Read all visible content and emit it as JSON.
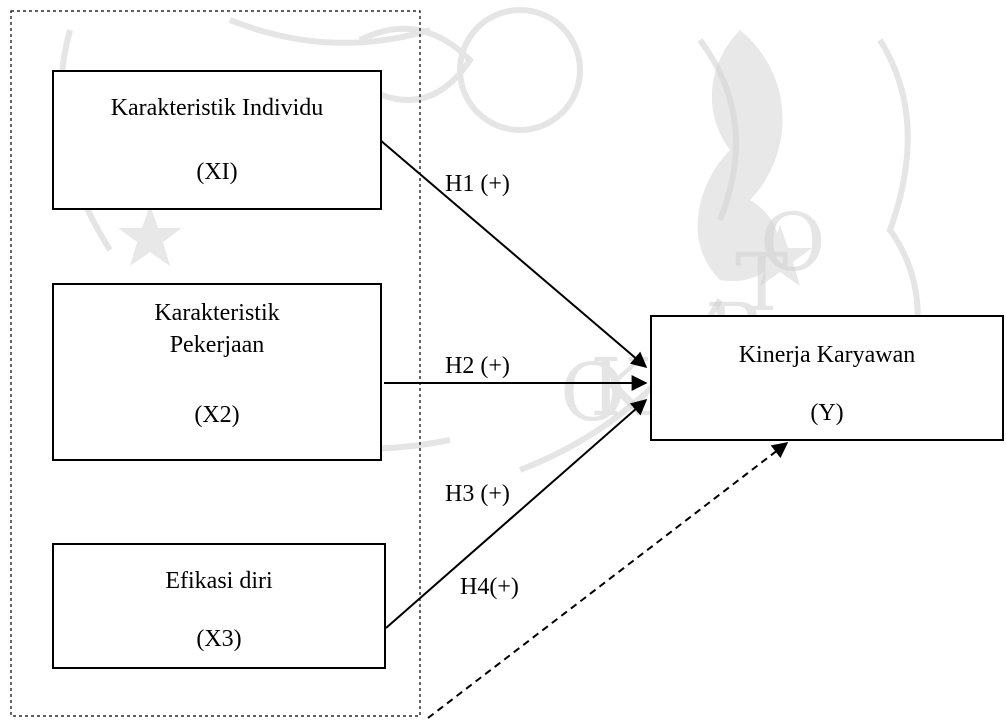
{
  "nodes": {
    "x1": {
      "name": "Karakteristik Individu",
      "code": "(XI)"
    },
    "x2": {
      "name_line1": "Karakteristik",
      "name_line2": "Pekerjaan",
      "code": "(X2)"
    },
    "x3": {
      "name": "Efikasi diri",
      "code": "(X3)"
    },
    "y": {
      "name": "Kinerja Karyawan",
      "code": "(Y)"
    }
  },
  "hypotheses": {
    "h1": "H1 (+)",
    "h2": "H2 (+)",
    "h3": "H3 (+)",
    "h4": "H4(+)"
  },
  "colors": {
    "line": "#000000",
    "watermark": "#c9c9c9"
  }
}
